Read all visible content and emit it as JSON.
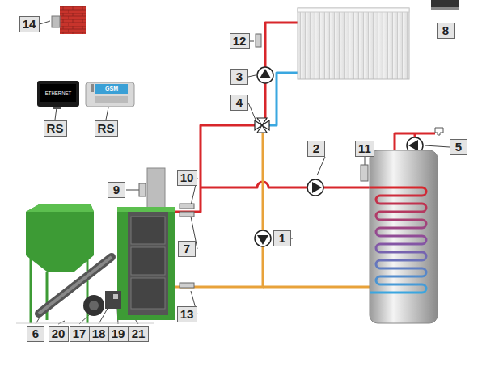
{
  "diagram": {
    "labels": [
      "14",
      "8",
      "12",
      "3",
      "4",
      "2",
      "5",
      "11",
      "1",
      "9",
      "10",
      "7",
      "13",
      "6",
      "20",
      "17",
      "18",
      "19",
      "21",
      "RS",
      "RS",
      "ETHERNET",
      "GSM"
    ]
  }
}
